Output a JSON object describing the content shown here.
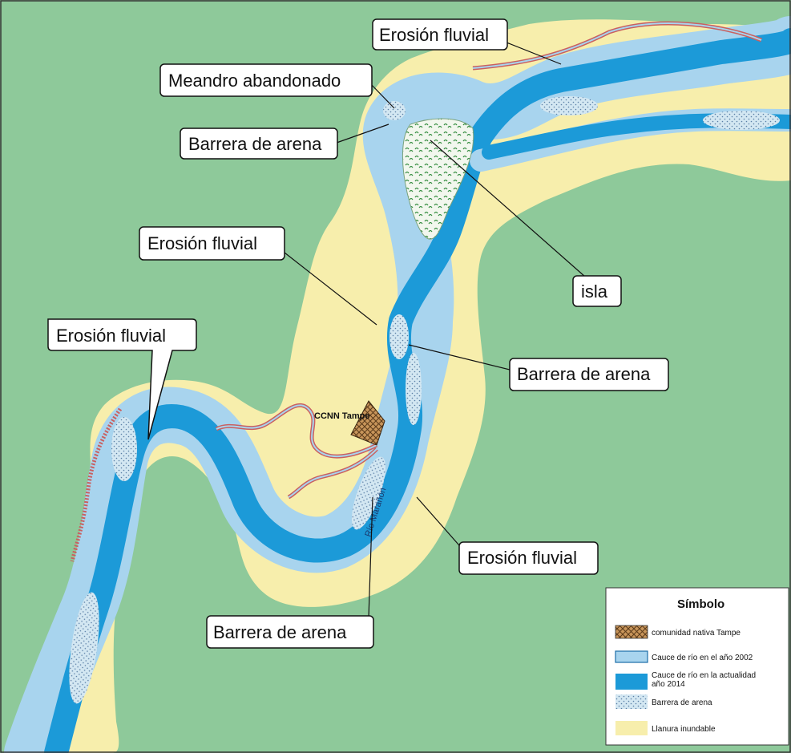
{
  "callouts": {
    "erosion_top": "Erosión fluvial",
    "meandro": "Meandro abandonado",
    "barrera_top": "Barrera de arena",
    "erosion_mid": "Erosión fluvial",
    "isla": "isla",
    "erosion_left": "Erosión fluvial",
    "barrera_mid": "Barrera de arena",
    "erosion_bottom": "Erosión fluvial",
    "barrera_bottom": "Barrera de arena"
  },
  "places": {
    "community": "CCNN Tampe",
    "river": "Río Marañón"
  },
  "legend": {
    "title": "Símbolo",
    "items": [
      {
        "label": "comunidad nativa Tampe",
        "icon": "hatched-square"
      },
      {
        "label": "Cauce de río en el año 2002",
        "icon": "light-blue-square",
        "color": "#a8d4ee"
      },
      {
        "label_line1": "Cauce de río en la actualidad",
        "label_line2": "año 2014",
        "icon": "blue-square",
        "color": "#1c9ad8"
      },
      {
        "label": "Barrera de arena",
        "icon": "dotted-square"
      },
      {
        "label": "Llanura inundable",
        "icon": "yellow-square",
        "color": "#f7eeac"
      }
    ]
  },
  "colors": {
    "land": "#8ec99a",
    "floodplain": "#f7eeac",
    "channel_2002": "#a8d4ee",
    "channel_2014": "#1c9ad8",
    "sandbar": "#d3e7f2",
    "island": "#f2f7ee"
  }
}
